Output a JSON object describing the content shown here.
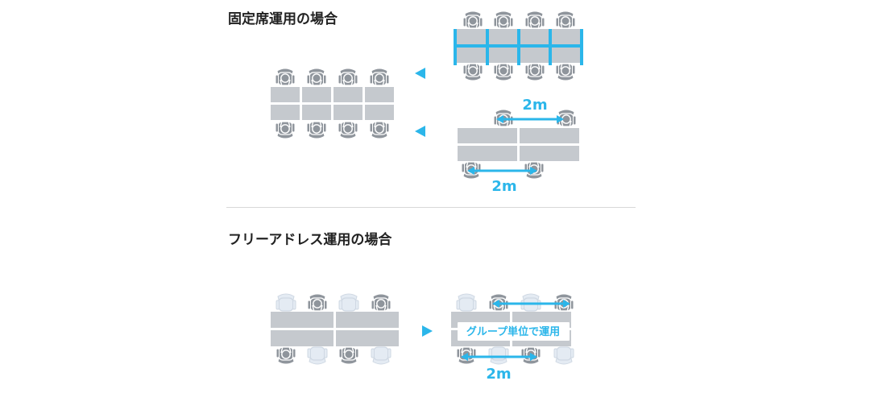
{
  "sections": {
    "fixed": {
      "heading": "固定席運用の場合"
    },
    "free": {
      "heading": "フリーアドレス運用の場合"
    }
  },
  "labels": {
    "distance": "2m",
    "group": "グループ単位で運用"
  },
  "colors": {
    "desk": "#c5c9ce",
    "desk_line": "#ffffff",
    "chair": "#8f959c",
    "chair_outline": "#ffffff",
    "chair_empty": "#e4ebf3",
    "accent": "#2bb6ea",
    "heading": "#222222",
    "divider": "#d8d8d8"
  }
}
